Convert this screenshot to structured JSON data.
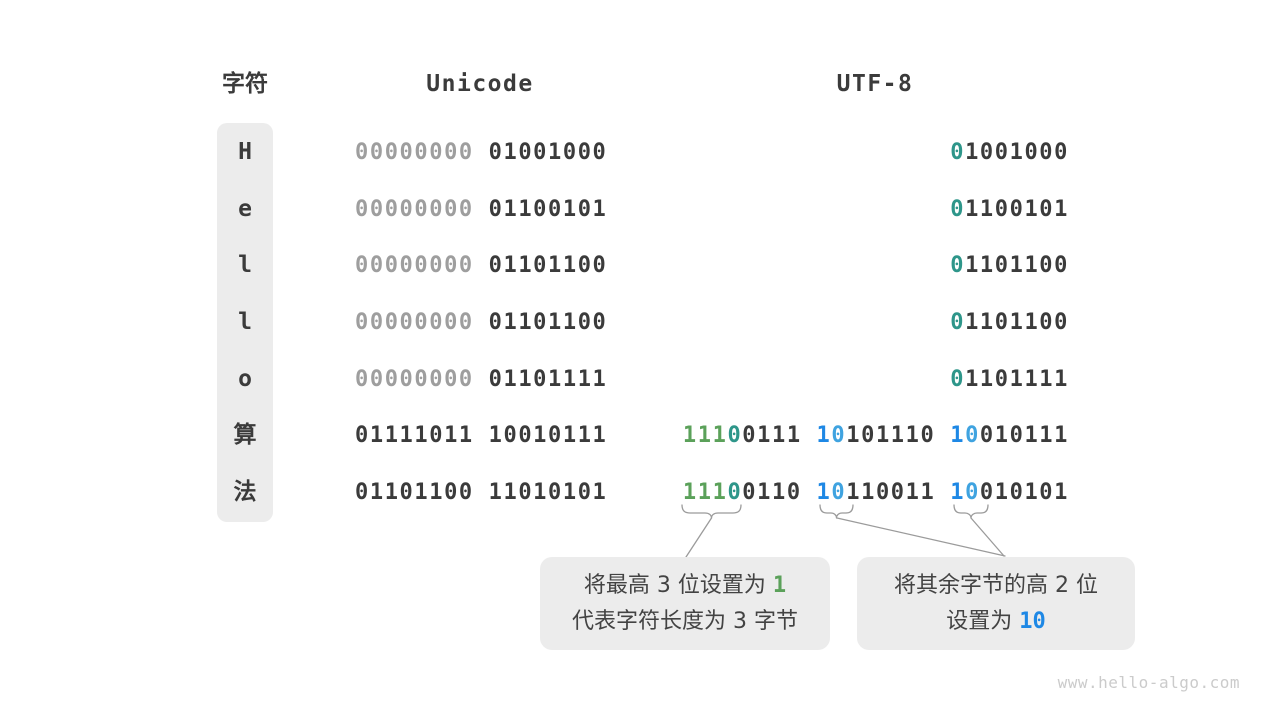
{
  "headers": {
    "char": "字符",
    "unicode": "Unicode",
    "utf8": "UTF-8"
  },
  "palette": {
    "dark": "#3b3b3b",
    "gray": "#9e9e9e",
    "teal": "#2e968a",
    "green": "#5ba15a",
    "blue": "#1e88e5",
    "lightblue": "#3fa3e0"
  },
  "rows": [
    {
      "char": "H",
      "unicode": [
        [
          {
            "t": "00000000",
            "c": "gray"
          }
        ],
        [
          {
            "t": "01001000",
            "c": "dark"
          }
        ]
      ],
      "utf8": [
        [
          {
            "t": "0",
            "c": "teal"
          },
          {
            "t": "1001000",
            "c": "dark"
          }
        ]
      ]
    },
    {
      "char": "e",
      "unicode": [
        [
          {
            "t": "00000000",
            "c": "gray"
          }
        ],
        [
          {
            "t": "01100101",
            "c": "dark"
          }
        ]
      ],
      "utf8": [
        [
          {
            "t": "0",
            "c": "teal"
          },
          {
            "t": "1100101",
            "c": "dark"
          }
        ]
      ]
    },
    {
      "char": "l",
      "unicode": [
        [
          {
            "t": "00000000",
            "c": "gray"
          }
        ],
        [
          {
            "t": "01101100",
            "c": "dark"
          }
        ]
      ],
      "utf8": [
        [
          {
            "t": "0",
            "c": "teal"
          },
          {
            "t": "1101100",
            "c": "dark"
          }
        ]
      ]
    },
    {
      "char": "l",
      "unicode": [
        [
          {
            "t": "00000000",
            "c": "gray"
          }
        ],
        [
          {
            "t": "01101100",
            "c": "dark"
          }
        ]
      ],
      "utf8": [
        [
          {
            "t": "0",
            "c": "teal"
          },
          {
            "t": "1101100",
            "c": "dark"
          }
        ]
      ]
    },
    {
      "char": "o",
      "unicode": [
        [
          {
            "t": "00000000",
            "c": "gray"
          }
        ],
        [
          {
            "t": "01101111",
            "c": "dark"
          }
        ]
      ],
      "utf8": [
        [
          {
            "t": "0",
            "c": "teal"
          },
          {
            "t": "1101111",
            "c": "dark"
          }
        ]
      ]
    },
    {
      "char": "算",
      "unicode": [
        [
          {
            "t": "01111011",
            "c": "dark"
          }
        ],
        [
          {
            "t": "10010111",
            "c": "dark"
          }
        ]
      ],
      "utf8": [
        [
          {
            "t": "111",
            "c": "green"
          },
          {
            "t": "0",
            "c": "teal"
          },
          {
            "t": "0111",
            "c": "dark"
          }
        ],
        [
          {
            "t": "1",
            "c": "blue"
          },
          {
            "t": "0",
            "c": "lightblue"
          },
          {
            "t": "101110",
            "c": "dark"
          }
        ],
        [
          {
            "t": "1",
            "c": "blue"
          },
          {
            "t": "0",
            "c": "lightblue"
          },
          {
            "t": "010111",
            "c": "dark"
          }
        ]
      ]
    },
    {
      "char": "法",
      "unicode": [
        [
          {
            "t": "01101100",
            "c": "dark"
          }
        ],
        [
          {
            "t": "11010101",
            "c": "dark"
          }
        ]
      ],
      "utf8": [
        [
          {
            "t": "111",
            "c": "green"
          },
          {
            "t": "0",
            "c": "teal"
          },
          {
            "t": "0110",
            "c": "dark"
          }
        ],
        [
          {
            "t": "1",
            "c": "blue"
          },
          {
            "t": "0",
            "c": "lightblue"
          },
          {
            "t": "110011",
            "c": "dark"
          }
        ],
        [
          {
            "t": "1",
            "c": "blue"
          },
          {
            "t": "0",
            "c": "lightblue"
          },
          {
            "t": "010101",
            "c": "dark"
          }
        ]
      ]
    }
  ],
  "callout_left": {
    "line1_prefix": "将最高 3 位设置为 ",
    "line1_highlight": "1",
    "line2": "代表字符长度为 3 字节"
  },
  "callout_right": {
    "line1": "将其余字节的高 2 位",
    "line2_prefix": "设置为 ",
    "line2_highlight": "10"
  },
  "watermark": "www.hello-algo.com"
}
